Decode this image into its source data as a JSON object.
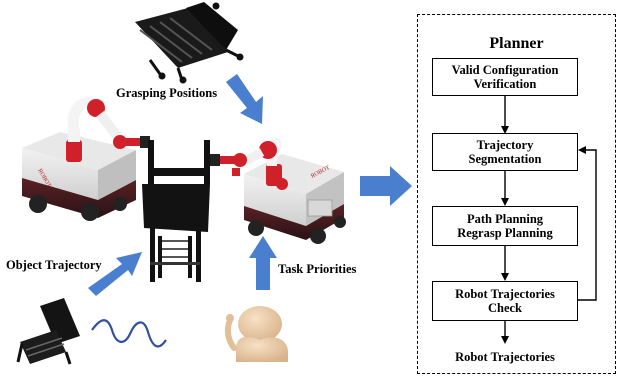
{
  "left_labels": {
    "grasping_positions": "Grasping Positions",
    "object_trajectory": "Object Trajectory",
    "task_priorities": "Task Priorities"
  },
  "planner": {
    "title": "Planner",
    "steps": [
      {
        "line1": "Valid Configuration",
        "line2": "Verification"
      },
      {
        "line1": "Trajectory",
        "line2": "Segmentation"
      },
      {
        "line1": "Path Planning",
        "line2": "Regrasp Planning"
      },
      {
        "line1": "Robot Trajectories",
        "line2": "Check"
      }
    ],
    "output": "Robot Trajectories"
  },
  "colors": {
    "arrow_blue": "#4a7fd0",
    "robot_red": "#d0202a",
    "robot_body": "#3a3a3a",
    "chair": "#151515",
    "person": "#e9c9a3",
    "trajectory_curve": "#2f4f9f"
  }
}
